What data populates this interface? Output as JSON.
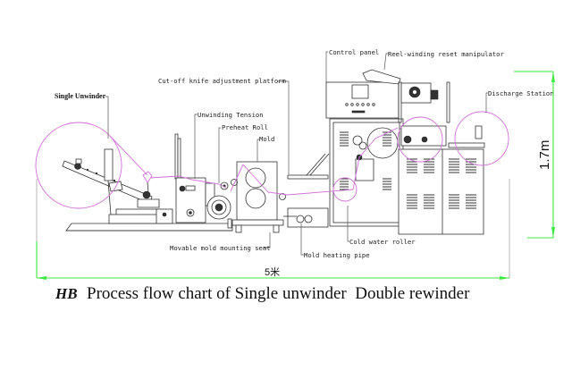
{
  "diagram": {
    "title": "Process flow chart of Single unwinder  Double rewinder",
    "logo": "HB",
    "colors": {
      "machine_lines": "#333333",
      "material_web_path": "#d070d8",
      "dimension_lines": "#3ee83e",
      "background": "#ffffff"
    },
    "labels": {
      "single_unwinder": "Single Unwinder",
      "cutoff_knife": "Cut-off knife adjustment platform",
      "unwinding_tension": "Unwinding Tension",
      "preheat_roll": "Preheat Roll",
      "mold": "Mold",
      "control_panel": "Control panel",
      "reel_winding": "Reel-winding reset manipulator",
      "discharge_station": "Discharge Station",
      "movable_mold_seat": "Movable mold mounting seat",
      "cold_water_roller": "Cold water roller",
      "mold_heating_pipe": "Mold heating pipe"
    },
    "dimensions": {
      "overall_length": "5米",
      "overall_height": "1.7m"
    }
  }
}
